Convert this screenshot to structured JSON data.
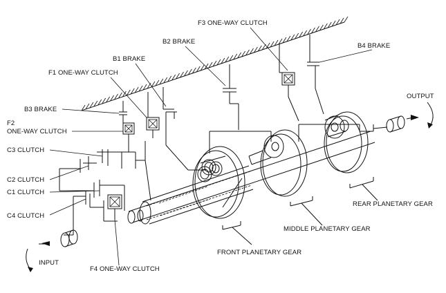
{
  "labels": {
    "f3_one_way_clutch": "F3 ONE-WAY CLUTCH",
    "b2_brake": "B2 BRAKE",
    "b4_brake": "B4 BRAKE",
    "b1_brake": "B1 BRAKE",
    "f1_one_way_clutch": "F1 ONE-WAY CLUTCH",
    "b3_brake": "B3 BRAKE",
    "f2": "F2",
    "f2_one_way_clutch": "ONE-WAY CLUTCH",
    "c3_clutch": "C3 CLUTCH",
    "c2_clutch": "C2 CLUTCH",
    "c1_clutch": "C1 CLUTCH",
    "c4_clutch": "C4 CLUTCH",
    "input": "INPUT",
    "output": "OUTPUT",
    "f4_one_way_clutch": "F4 ONE-WAY CLUTCH",
    "front_planetary_gear": "FRONT PLANETARY GEAR",
    "middle_planetary_gear": "MIDDLE PLANETARY GEAR",
    "rear_planetary_gear": "REAR PLANETARY GEAR"
  }
}
